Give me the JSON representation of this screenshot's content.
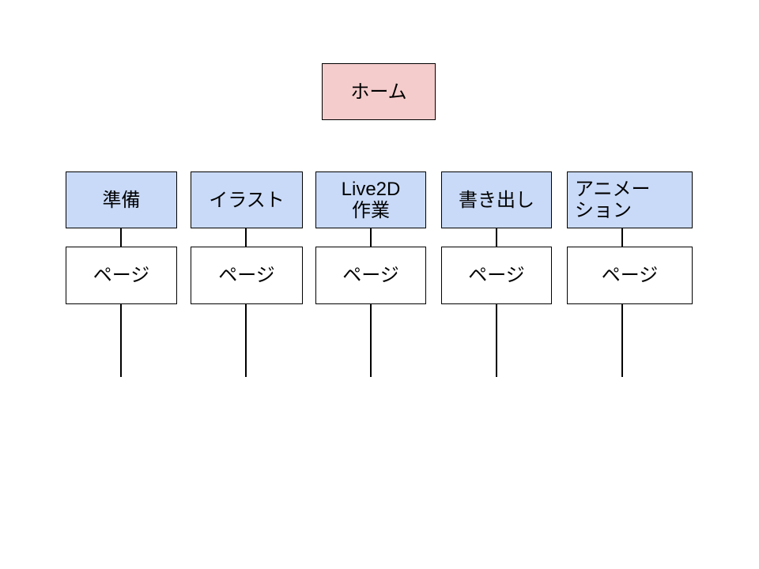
{
  "diagram": {
    "home": {
      "label": "ホーム"
    },
    "columns": [
      {
        "label": "準備",
        "page_label": "ページ"
      },
      {
        "label": "イラスト",
        "page_label": "ページ"
      },
      {
        "label": "Live2D\n作業",
        "page_label": "ページ"
      },
      {
        "label": "書き出し",
        "page_label": "ページ"
      },
      {
        "label": "アニメー\nション",
        "page_label": "ページ"
      }
    ]
  },
  "colors": {
    "home_fill": "#f4cccc",
    "stage_fill": "#c9daf8",
    "page_fill": "#ffffff",
    "line": "#000000",
    "text": "#000000",
    "background": "#ffffff"
  }
}
